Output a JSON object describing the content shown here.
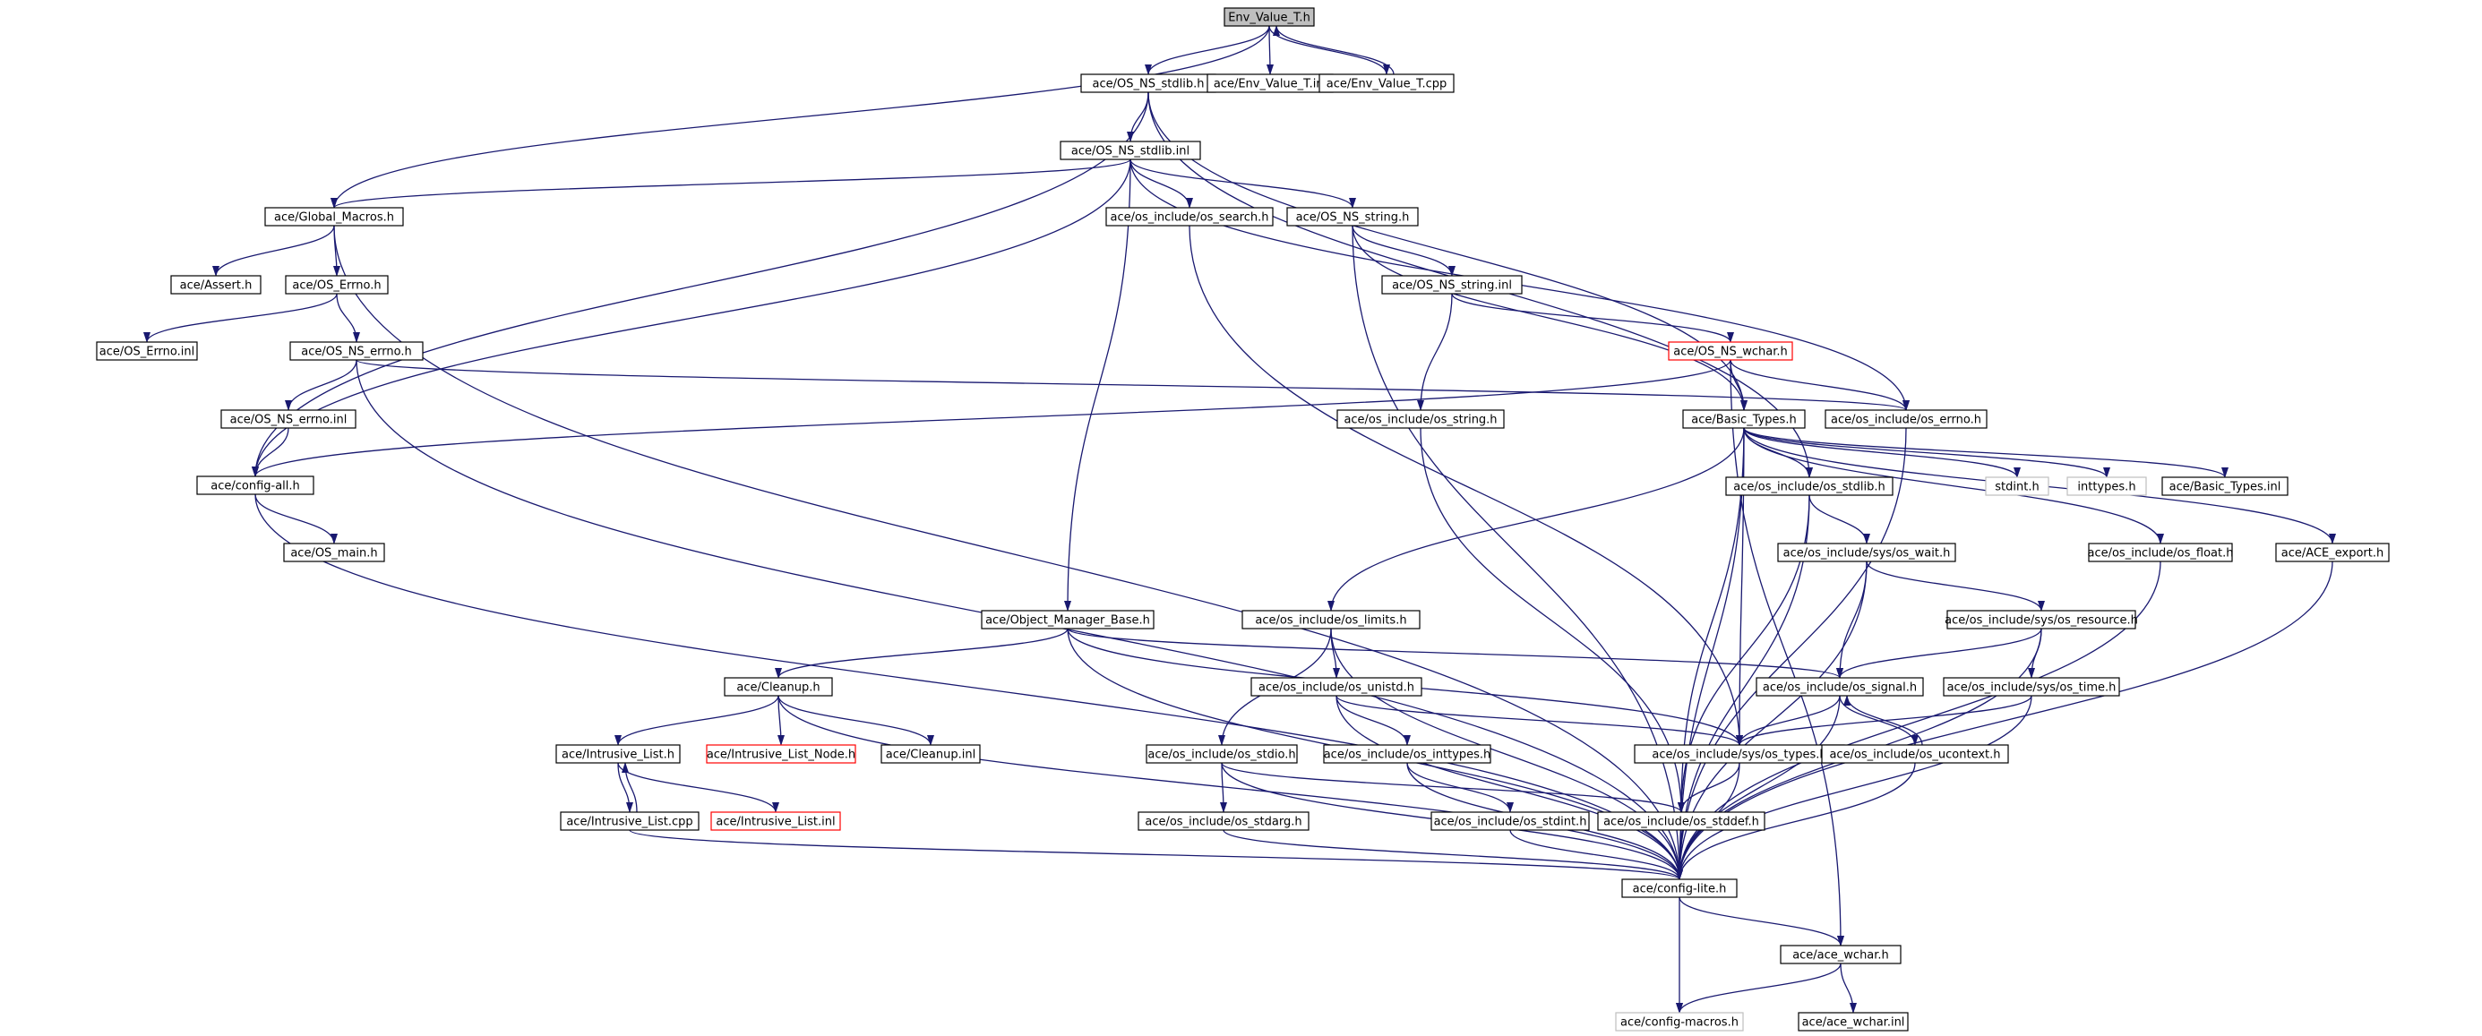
{
  "graph": {
    "colors": {
      "edge": "#191970",
      "node_border": "#000000",
      "node_border_truncated": "#ff0000",
      "node_border_external": "#bfbfbf",
      "node_fill": "#ffffff",
      "node_fill_root": "#bfbfbf"
    },
    "nodes": [
      {
        "id": "n01",
        "label": "Env_Value_T.h",
        "style": "root"
      },
      {
        "id": "n02",
        "label": "ace/OS_NS_stdlib.h",
        "style": "normal"
      },
      {
        "id": "n03",
        "label": "ace/Env_Value_T.inl",
        "style": "normal"
      },
      {
        "id": "n04",
        "label": "ace/Env_Value_T.cpp",
        "style": "normal"
      },
      {
        "id": "n05",
        "label": "ace/OS_NS_stdlib.inl",
        "style": "normal"
      },
      {
        "id": "n06",
        "label": "ace/Global_Macros.h",
        "style": "normal"
      },
      {
        "id": "n07",
        "label": "ace/os_include/os_search.h",
        "style": "normal"
      },
      {
        "id": "n08",
        "label": "ace/OS_NS_string.h",
        "style": "normal"
      },
      {
        "id": "n09",
        "label": "ace/Assert.h",
        "style": "normal"
      },
      {
        "id": "n10",
        "label": "ace/OS_Errno.h",
        "style": "normal"
      },
      {
        "id": "n11",
        "label": "ace/OS_NS_string.inl",
        "style": "normal"
      },
      {
        "id": "n12",
        "label": "ace/OS_Errno.inl",
        "style": "normal"
      },
      {
        "id": "n13",
        "label": "ace/OS_NS_errno.h",
        "style": "normal"
      },
      {
        "id": "n14",
        "label": "ace/OS_NS_wchar.h",
        "style": "truncated"
      },
      {
        "id": "n15",
        "label": "ace/OS_NS_errno.inl",
        "style": "normal"
      },
      {
        "id": "n16",
        "label": "ace/os_include/os_string.h",
        "style": "normal"
      },
      {
        "id": "n17",
        "label": "ace/Basic_Types.h",
        "style": "normal"
      },
      {
        "id": "n18",
        "label": "ace/os_include/os_errno.h",
        "style": "normal"
      },
      {
        "id": "n19",
        "label": "ace/config-all.h",
        "style": "normal"
      },
      {
        "id": "n20",
        "label": "ace/os_include/os_stdlib.h",
        "style": "normal"
      },
      {
        "id": "n21",
        "label": "stdint.h",
        "style": "external"
      },
      {
        "id": "n22",
        "label": "inttypes.h",
        "style": "external"
      },
      {
        "id": "n23",
        "label": "ace/Basic_Types.inl",
        "style": "normal"
      },
      {
        "id": "n24",
        "label": "ace/OS_main.h",
        "style": "normal"
      },
      {
        "id": "n25",
        "label": "ace/os_include/sys/os_wait.h",
        "style": "normal"
      },
      {
        "id": "n26",
        "label": "ace/os_include/os_float.h",
        "style": "normal"
      },
      {
        "id": "n27",
        "label": "ace/ACE_export.h",
        "style": "normal"
      },
      {
        "id": "n28",
        "label": "ace/Object_Manager_Base.h",
        "style": "normal"
      },
      {
        "id": "n29",
        "label": "ace/os_include/os_limits.h",
        "style": "normal"
      },
      {
        "id": "n30",
        "label": "ace/os_include/sys/os_resource.h",
        "style": "normal"
      },
      {
        "id": "n31",
        "label": "ace/Cleanup.h",
        "style": "normal"
      },
      {
        "id": "n32",
        "label": "ace/os_include/os_unistd.h",
        "style": "normal"
      },
      {
        "id": "n33",
        "label": "ace/os_include/os_signal.h",
        "style": "normal"
      },
      {
        "id": "n34",
        "label": "ace/os_include/sys/os_time.h",
        "style": "normal"
      },
      {
        "id": "n35",
        "label": "ace/Intrusive_List.h",
        "style": "normal"
      },
      {
        "id": "n36",
        "label": "ace/Intrusive_List_Node.h",
        "style": "truncated"
      },
      {
        "id": "n37",
        "label": "ace/Cleanup.inl",
        "style": "normal"
      },
      {
        "id": "n38",
        "label": "ace/os_include/os_stdio.h",
        "style": "normal"
      },
      {
        "id": "n39",
        "label": "ace/os_include/os_inttypes.h",
        "style": "normal"
      },
      {
        "id": "n40",
        "label": "ace/os_include/sys/os_types.h",
        "style": "normal"
      },
      {
        "id": "n41",
        "label": "ace/os_include/os_ucontext.h",
        "style": "normal"
      },
      {
        "id": "n42",
        "label": "ace/Intrusive_List.cpp",
        "style": "normal"
      },
      {
        "id": "n43",
        "label": "ace/Intrusive_List.inl",
        "style": "truncated"
      },
      {
        "id": "n44",
        "label": "ace/os_include/os_stdarg.h",
        "style": "normal"
      },
      {
        "id": "n45",
        "label": "ace/os_include/os_stdint.h",
        "style": "normal"
      },
      {
        "id": "n46",
        "label": "ace/os_include/os_stddef.h",
        "style": "normal"
      },
      {
        "id": "n47",
        "label": "ace/config-lite.h",
        "style": "normal"
      },
      {
        "id": "n48",
        "label": "ace/ace_wchar.h",
        "style": "normal"
      },
      {
        "id": "n49",
        "label": "ace/config-macros.h",
        "style": "external"
      },
      {
        "id": "n50",
        "label": "ace/ace_wchar.inl",
        "style": "normal"
      }
    ],
    "edges": [
      [
        "n01",
        "n02"
      ],
      [
        "n01",
        "n03"
      ],
      [
        "n01",
        "n04"
      ],
      [
        "n01",
        "n06"
      ],
      [
        "n04",
        "n01"
      ],
      [
        "n02",
        "n05"
      ],
      [
        "n02",
        "n19"
      ],
      [
        "n02",
        "n17"
      ],
      [
        "n02",
        "n20"
      ],
      [
        "n05",
        "n06"
      ],
      [
        "n05",
        "n07"
      ],
      [
        "n05",
        "n08"
      ],
      [
        "n05",
        "n18"
      ],
      [
        "n05",
        "n19"
      ],
      [
        "n05",
        "n28"
      ],
      [
        "n06",
        "n09"
      ],
      [
        "n06",
        "n10"
      ],
      [
        "n06",
        "n47"
      ],
      [
        "n10",
        "n12"
      ],
      [
        "n10",
        "n13"
      ],
      [
        "n13",
        "n15"
      ],
      [
        "n13",
        "n18"
      ],
      [
        "n13",
        "n47"
      ],
      [
        "n15",
        "n19"
      ],
      [
        "n08",
        "n11"
      ],
      [
        "n08",
        "n17"
      ],
      [
        "n08",
        "n47"
      ],
      [
        "n11",
        "n14"
      ],
      [
        "n11",
        "n16"
      ],
      [
        "n14",
        "n17"
      ],
      [
        "n14",
        "n18"
      ],
      [
        "n14",
        "n19"
      ],
      [
        "n14",
        "n48"
      ],
      [
        "n16",
        "n46"
      ],
      [
        "n17",
        "n20"
      ],
      [
        "n17",
        "n21"
      ],
      [
        "n17",
        "n22"
      ],
      [
        "n17",
        "n23"
      ],
      [
        "n17",
        "n26"
      ],
      [
        "n17",
        "n27"
      ],
      [
        "n17",
        "n29"
      ],
      [
        "n17",
        "n40"
      ],
      [
        "n17",
        "n46"
      ],
      [
        "n17",
        "n47"
      ],
      [
        "n18",
        "n47"
      ],
      [
        "n19",
        "n24"
      ],
      [
        "n19",
        "n47"
      ],
      [
        "n20",
        "n25"
      ],
      [
        "n20",
        "n46"
      ],
      [
        "n20",
        "n47"
      ],
      [
        "n25",
        "n30"
      ],
      [
        "n25",
        "n33"
      ],
      [
        "n25",
        "n47"
      ],
      [
        "n26",
        "n47"
      ],
      [
        "n27",
        "n47"
      ],
      [
        "n07",
        "n40"
      ],
      [
        "n28",
        "n31"
      ],
      [
        "n28",
        "n33"
      ],
      [
        "n28",
        "n40"
      ],
      [
        "n28",
        "n47"
      ],
      [
        "n29",
        "n32"
      ],
      [
        "n29",
        "n38"
      ],
      [
        "n29",
        "n47"
      ],
      [
        "n30",
        "n33"
      ],
      [
        "n30",
        "n34"
      ],
      [
        "n30",
        "n47"
      ],
      [
        "n31",
        "n35"
      ],
      [
        "n31",
        "n36"
      ],
      [
        "n31",
        "n37"
      ],
      [
        "n31",
        "n47"
      ],
      [
        "n32",
        "n39"
      ],
      [
        "n32",
        "n40"
      ],
      [
        "n32",
        "n47"
      ],
      [
        "n33",
        "n40"
      ],
      [
        "n33",
        "n41"
      ],
      [
        "n33",
        "n47"
      ],
      [
        "n34",
        "n40"
      ],
      [
        "n34",
        "n47"
      ],
      [
        "n41",
        "n33"
      ],
      [
        "n41",
        "n47"
      ],
      [
        "n35",
        "n42"
      ],
      [
        "n35",
        "n43"
      ],
      [
        "n42",
        "n35"
      ],
      [
        "n42",
        "n47"
      ],
      [
        "n38",
        "n44"
      ],
      [
        "n38",
        "n46"
      ],
      [
        "n38",
        "n47"
      ],
      [
        "n39",
        "n45"
      ],
      [
        "n39",
        "n47"
      ],
      [
        "n40",
        "n46"
      ],
      [
        "n40",
        "n47"
      ],
      [
        "n44",
        "n47"
      ],
      [
        "n45",
        "n47"
      ],
      [
        "n46",
        "n47"
      ],
      [
        "n47",
        "n48"
      ],
      [
        "n47",
        "n49"
      ],
      [
        "n48",
        "n49"
      ],
      [
        "n48",
        "n50"
      ]
    ]
  }
}
